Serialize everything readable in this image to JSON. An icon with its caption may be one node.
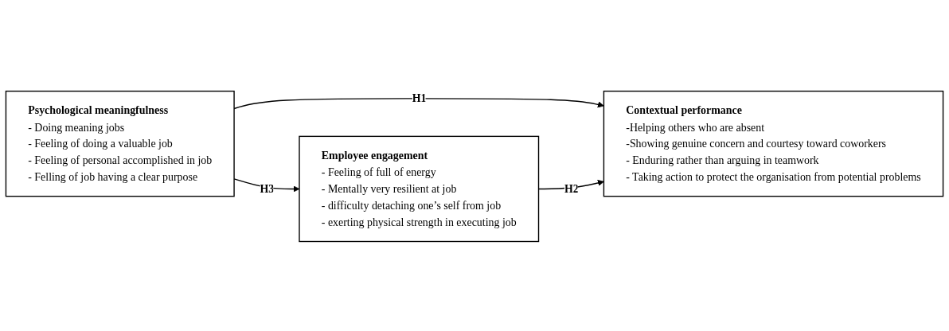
{
  "diagram": {
    "nodes": [
      {
        "text": [
          "Psychological meaningfulness",
          "- Doing meaning jobs",
          "- Feeling of doing a valuable job",
          "- Feeling of personal accomplished in job",
          "- Felling of job having a clear purpose"
        ]
      },
      {
        "text": [
          "Contextual performance",
          "-Helping others who are absent",
          "-Showing genuine concern and courtesy toward coworkers",
          "- Enduring rather than arguing in teamwork",
          "- Taking action to protect the organisation from potential problems"
        ]
      },
      {
        "text": [
          "Employee engagement",
          "-  Feeling of full of energy",
          "- Mentally very resilient at job",
          "-  difficulty detaching one’s self from job",
          "-  exerting physical strength in executing job"
        ]
      }
    ],
    "edges": [
      {
        "from": 0,
        "to": 1,
        "arrow": "to",
        "label": "H1"
      },
      {
        "from": 0,
        "to": 2,
        "arrow": "to",
        "label": "H3"
      },
      {
        "from": 2,
        "to": 1,
        "arrow": "to",
        "label": "H2"
      }
    ]
  }
}
